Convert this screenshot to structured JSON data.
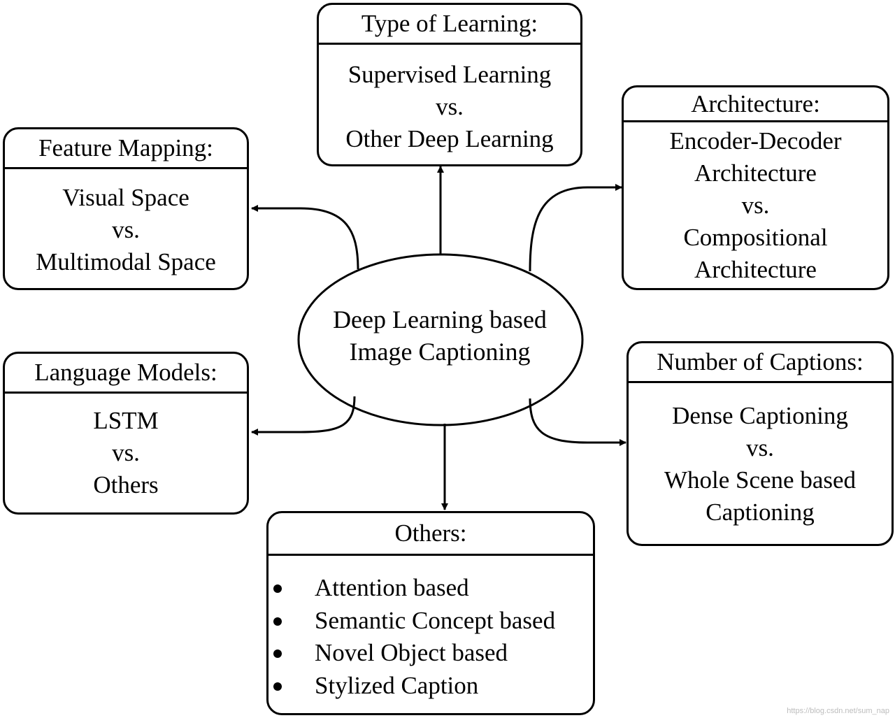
{
  "center": {
    "lines": [
      "Deep Learning based",
      "Image Captioning"
    ]
  },
  "type_of_learning": {
    "title": "Type of Learning:",
    "lines": [
      "Supervised Learning",
      "vs.",
      "Other Deep Learning"
    ]
  },
  "architecture": {
    "title": "Architecture:",
    "lines": [
      "Encoder-Decoder",
      "Architecture",
      "vs.",
      "Compositional",
      "Architecture"
    ]
  },
  "feature_mapping": {
    "title": "Feature Mapping:",
    "lines": [
      "Visual Space",
      "vs.",
      "Multimodal Space"
    ]
  },
  "language_models": {
    "title": "Language Models:",
    "lines": [
      "LSTM",
      "vs.",
      "Others"
    ]
  },
  "number_of_captions": {
    "title": "Number of Captions:",
    "lines": [
      "Dense Captioning",
      "vs.",
      "Whole Scene based",
      "Captioning"
    ]
  },
  "others": {
    "title": "Others:",
    "items": [
      "Attention based",
      "Semantic Concept based",
      "Novel Object based",
      "Stylized Caption"
    ]
  },
  "watermark": "https://blog.csdn.net/sum_nap",
  "colors": {
    "stroke": "#000000",
    "background": "#ffffff"
  }
}
